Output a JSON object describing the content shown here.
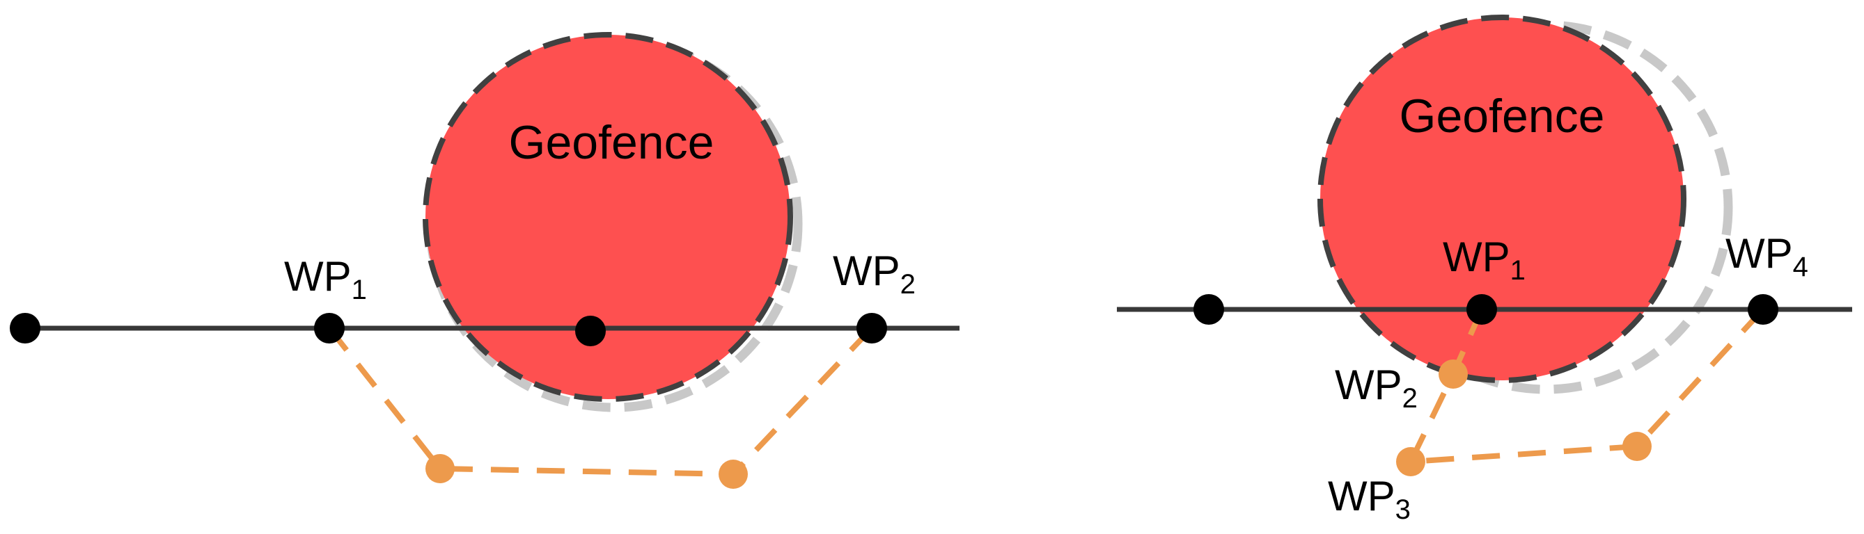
{
  "colors": {
    "geofence_fill": "#fe5050",
    "geofence_border": "#404040",
    "shadow": "#c8c8c8",
    "path_line": "#383838",
    "waypoint": "#000000",
    "detour": "#ed9a4c"
  },
  "left_panel": {
    "geofence_label": "Geofence",
    "waypoints": [
      {
        "id": "wp1",
        "main": "WP",
        "sub": "1"
      },
      {
        "id": "wp2",
        "main": "WP",
        "sub": "2"
      }
    ]
  },
  "right_panel": {
    "geofence_label": "Geofence",
    "waypoints": [
      {
        "id": "wp1",
        "main": "WP",
        "sub": "1"
      },
      {
        "id": "wp2",
        "main": "WP",
        "sub": "2"
      },
      {
        "id": "wp3",
        "main": "WP",
        "sub": "3"
      },
      {
        "id": "wp4",
        "main": "WP",
        "sub": "4"
      }
    ]
  }
}
